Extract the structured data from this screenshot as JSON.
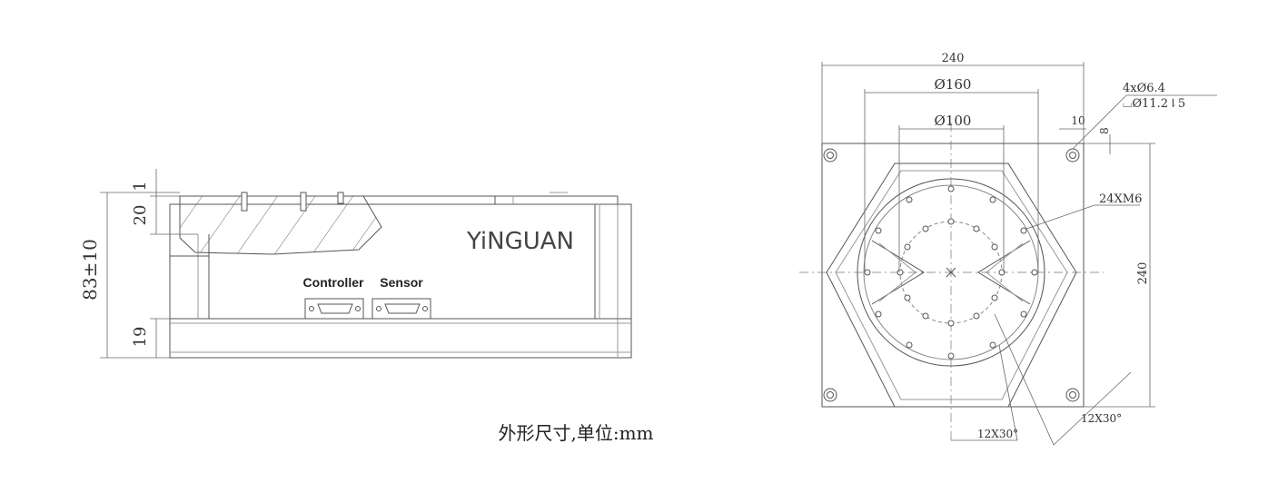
{
  "brand": "YiNGUAN",
  "ports": {
    "controller": "Controller",
    "sensor": "Sensor"
  },
  "caption": "外形尺寸,单位:mm",
  "side_view": {
    "dim_top": "1",
    "dim_platform": "20",
    "dim_total": "83±10",
    "dim_base": "19"
  },
  "top_view": {
    "width": "240",
    "height": "240",
    "outer_circle": "Ø160",
    "inner_circle": "Ø100",
    "edge_offset": "10",
    "edge_offset_v": "8",
    "mount_holes_line1": "4xØ6.4",
    "mount_holes_line2": "⌴Ø11.2⇂5",
    "threaded_holes": "24XM6",
    "pattern_1": "12X30°",
    "pattern_2": "12X30°"
  }
}
